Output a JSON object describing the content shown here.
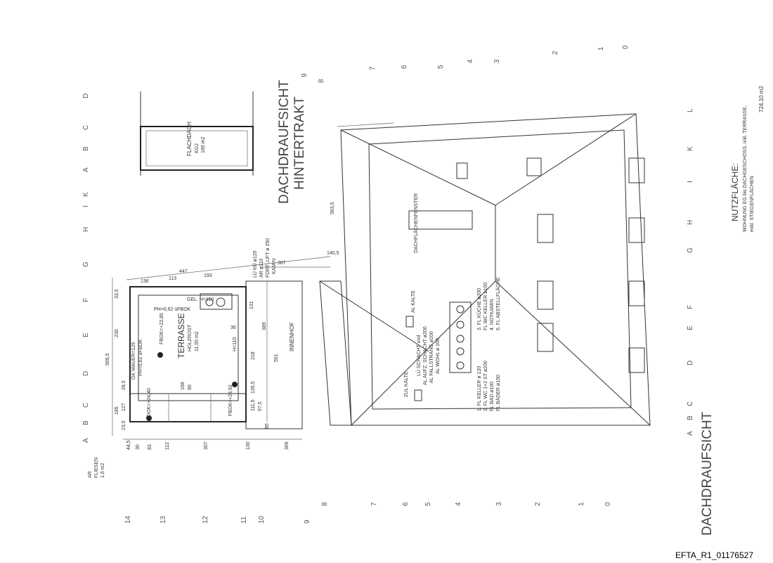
{
  "titles": {
    "rear_wing": [
      "DACHDRAUFSICHT",
      "HINTERTRAKT"
    ],
    "main": "DACHDRAUFSICHT"
  },
  "usable_area": {
    "heading": "NUTZFLÄCHE:",
    "line1": "WOHNUNG EG bis DACHGESCHOSS, inkl. TERRASSE,",
    "line2": "exkl. STIEGENFLÄCHEN",
    "value": "724,10 m2"
  },
  "flat_roof": {
    "label": "FLACHDACH",
    "sub": "KG2",
    "area": "189 m2"
  },
  "terrace": {
    "label": "TERRASSE",
    "material": "HOLZROST",
    "area": "11,55 m2",
    "notes": [
      "PH=0,62 üFBOK",
      "FBOK=+23,85",
      "GEL. H=110",
      "OK MAUER=129",
      "PH=0,62 üFBOK",
      "H=110",
      "RDOK=+24,40",
      "FBOK=+23,92"
    ]
  },
  "courtyard": "INNENHOF",
  "skylight": "DACHFLÄCHENFENSTER",
  "ventilation": {
    "top": [
      "LÜ KÜ ø120",
      "AR ø110",
      "FORTLUFT ø 250",
      "KAMIN"
    ],
    "shaft": [
      "LÜ SCHACHT und",
      "AL AUFZ. SCHACHT ø200",
      "AL FALLSTRANG ø100",
      "AL WOHL ø 160"
    ],
    "cold1": "AL KALTE",
    "cold2": "ZUL KALTE",
    "legend": [
      "1. FL KELLER ø 120",
      "2. FL WC 1+2 ST ø200",
      "FL BAD ø100",
      "FL BÄDER ø150",
      "3. FL KÜCHE ø200",
      "FL WC KELLER ø100",
      "4. NOTKAMIN",
      "5. FL ABSTELLFLÄCHE"
    ]
  },
  "ar_note": [
    "AR",
    "FLIESEN",
    "1,6 m2"
  ],
  "dimensions": {
    "top": [
      "447",
      "136",
      "113",
      "193",
      "307",
      "140,5",
      "563,5"
    ],
    "left": [
      "509,5",
      "185",
      "230",
      "33,5",
      "127",
      "28,5",
      "23,5"
    ],
    "bottom": [
      "44,5",
      "30",
      "83",
      "112",
      "307",
      "130",
      "309"
    ],
    "inner": [
      "131",
      "36",
      "389",
      "218",
      "551",
      "168",
      "90",
      "135,5",
      "111,5",
      "97,5",
      "85"
    ]
  },
  "grid": {
    "bottom_numbers": [
      "14",
      "13",
      "12",
      "11",
      "10",
      "9",
      "8",
      "7",
      "6",
      "5",
      "4",
      "3",
      "2",
      "1",
      "0"
    ],
    "top_numbers": [
      "9",
      "8",
      "7",
      "6",
      "5",
      "4",
      "3",
      "2",
      "1",
      "0"
    ],
    "left_letters": [
      "A",
      "B",
      "C",
      "D",
      "E",
      "F",
      "G",
      "H",
      "I",
      "K",
      "A",
      "B",
      "C",
      "D"
    ],
    "right_letters": [
      "A",
      "B",
      "C",
      "D",
      "E",
      "F",
      "G",
      "H",
      "I",
      "K",
      "L"
    ]
  },
  "document_id": "EFTA_R1_01176527"
}
